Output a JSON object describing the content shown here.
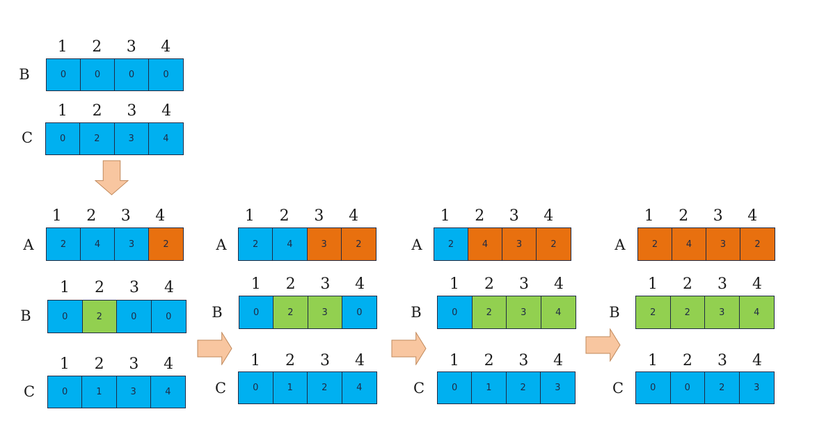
{
  "colors": {
    "blue": "#00b0f0",
    "green": "#92d050",
    "orange": "#e8700f",
    "arrow_fill": "#f8c6a0",
    "arrow_stroke": "#c0885a",
    "border": "#1f2a44"
  },
  "indices": [
    "1",
    "2",
    "3",
    "4"
  ],
  "initial": {
    "B": {
      "label": "B",
      "values": [
        "0",
        "0",
        "0",
        "0"
      ],
      "colors": [
        "blue",
        "blue",
        "blue",
        "blue"
      ]
    },
    "C": {
      "label": "C",
      "values": [
        "0",
        "2",
        "3",
        "4"
      ],
      "colors": [
        "blue",
        "blue",
        "blue",
        "blue"
      ]
    }
  },
  "steps": [
    {
      "A": {
        "label": "A",
        "values": [
          "2",
          "4",
          "3",
          "2"
        ],
        "colors": [
          "blue",
          "blue",
          "blue",
          "orange"
        ]
      },
      "B": {
        "label": "B",
        "values": [
          "0",
          "2",
          "0",
          "0"
        ],
        "colors": [
          "blue",
          "green",
          "blue",
          "blue"
        ]
      },
      "C": {
        "label": "C",
        "values": [
          "0",
          "1",
          "3",
          "4"
        ],
        "colors": [
          "blue",
          "blue",
          "blue",
          "blue"
        ]
      }
    },
    {
      "A": {
        "label": "A",
        "values": [
          "2",
          "4",
          "3",
          "2"
        ],
        "colors": [
          "blue",
          "blue",
          "orange",
          "orange"
        ]
      },
      "B": {
        "label": "B",
        "values": [
          "0",
          "2",
          "3",
          "0"
        ],
        "colors": [
          "blue",
          "green",
          "green",
          "blue"
        ]
      },
      "C": {
        "label": "C",
        "values": [
          "0",
          "1",
          "2",
          "4"
        ],
        "colors": [
          "blue",
          "blue",
          "blue",
          "blue"
        ]
      }
    },
    {
      "A": {
        "label": "A",
        "values": [
          "2",
          "4",
          "3",
          "2"
        ],
        "colors": [
          "blue",
          "orange",
          "orange",
          "orange"
        ]
      },
      "B": {
        "label": "B",
        "values": [
          "0",
          "2",
          "3",
          "4"
        ],
        "colors": [
          "blue",
          "green",
          "green",
          "green"
        ]
      },
      "C": {
        "label": "C",
        "values": [
          "0",
          "1",
          "2",
          "3"
        ],
        "colors": [
          "blue",
          "blue",
          "blue",
          "blue"
        ]
      }
    },
    {
      "A": {
        "label": "A",
        "values": [
          "2",
          "4",
          "3",
          "2"
        ],
        "colors": [
          "orange",
          "orange",
          "orange",
          "orange"
        ]
      },
      "B": {
        "label": "B",
        "values": [
          "2",
          "2",
          "3",
          "4"
        ],
        "colors": [
          "green",
          "green",
          "green",
          "green"
        ]
      },
      "C": {
        "label": "C",
        "values": [
          "0",
          "0",
          "2",
          "3"
        ],
        "colors": [
          "blue",
          "blue",
          "blue",
          "blue"
        ]
      }
    }
  ]
}
